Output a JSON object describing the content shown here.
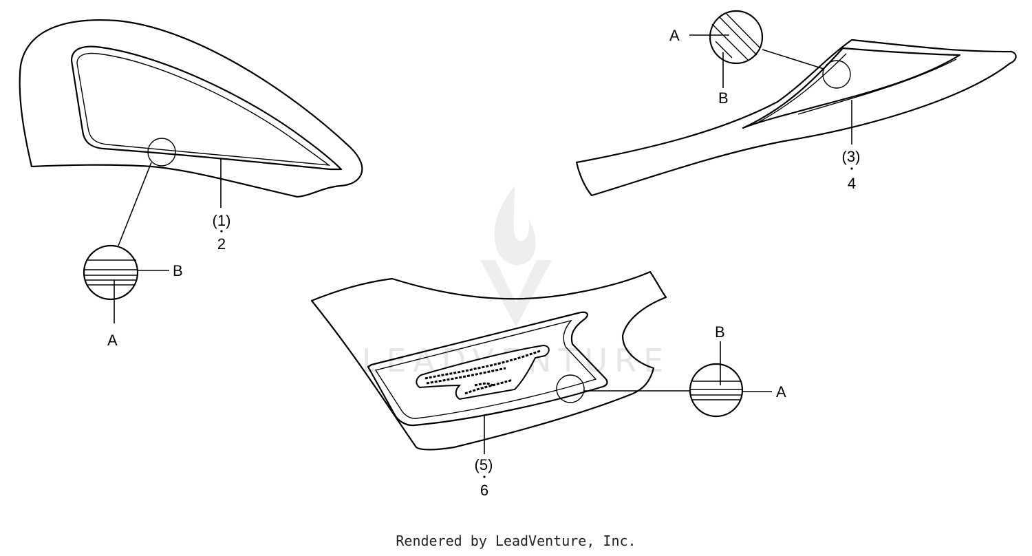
{
  "parts": [
    {
      "ref": "(1)",
      "qty": "2",
      "detail": {
        "a": "A",
        "b": "B"
      }
    },
    {
      "ref": "(3)",
      "qty": "4",
      "detail": {
        "a": "A",
        "b": "B"
      }
    },
    {
      "ref": "(5)",
      "qty": "6",
      "detail": {
        "a": "A",
        "b": "B"
      }
    }
  ],
  "watermark": "LEADVENTURE",
  "footer": "Rendered by LeadVenture, Inc."
}
